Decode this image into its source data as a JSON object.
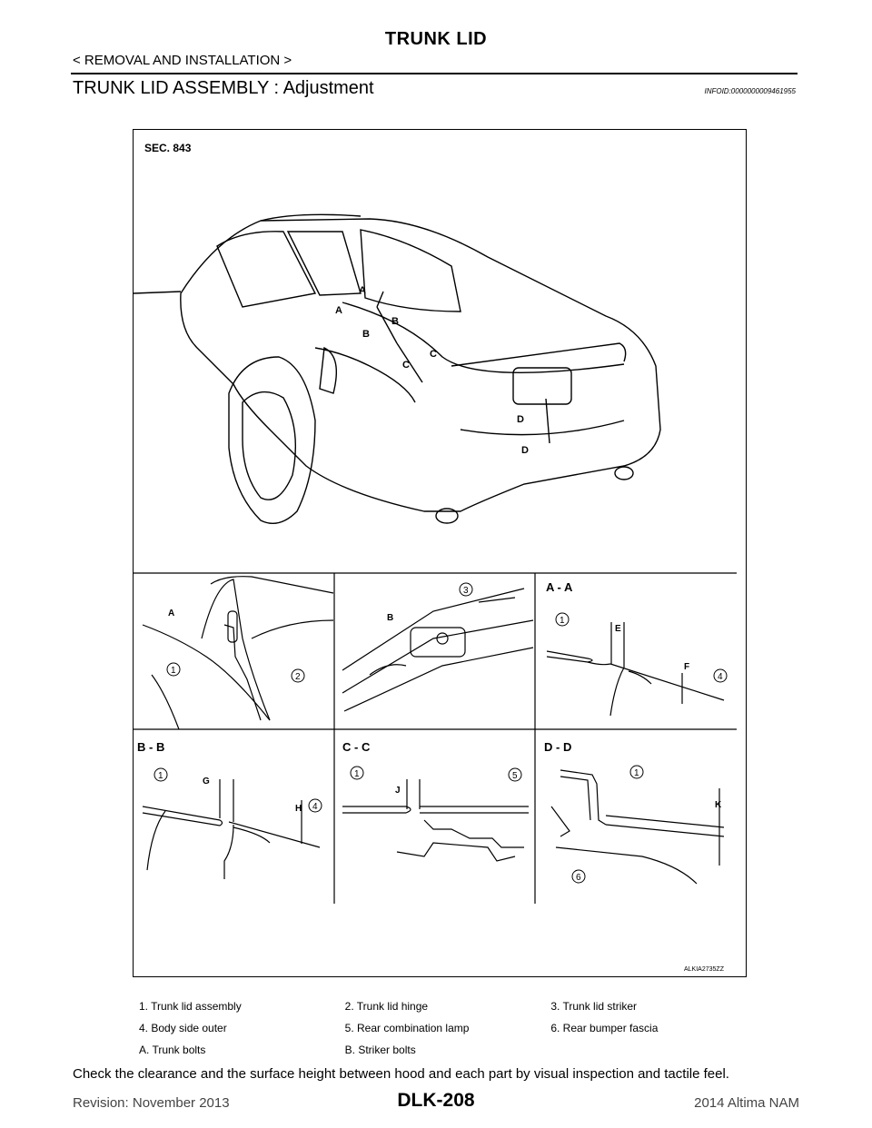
{
  "header": {
    "title": "TRUNK LID",
    "section_path": "< REMOVAL AND INSTALLATION >",
    "heading": "TRUNK LID ASSEMBLY : Adjustment",
    "info_id": "INFOID:0000000009461955"
  },
  "figure": {
    "sec_label": "SEC. 843",
    "figure_id": "ALKIA2735ZZ",
    "section_titles": {
      "aa": "A - A",
      "bb": "B - B",
      "cc": "C - C",
      "dd": "D - D"
    },
    "callouts": {
      "a": "A",
      "b": "B",
      "c": "C",
      "d": "D",
      "e": "E",
      "f": "F",
      "g": "G",
      "h": "H",
      "j": "J",
      "k": "K",
      "n1": "1",
      "n2": "2",
      "n3": "3",
      "n4": "4",
      "n5": "5",
      "n6": "6"
    }
  },
  "legend": {
    "items": [
      "1.    Trunk lid assembly",
      "2.    Trunk lid hinge",
      "3.    Trunk lid striker",
      "4.    Body side outer",
      "5.    Rear combination lamp",
      "6.    Rear bumper fascia",
      "A.    Trunk bolts",
      "B.    Striker bolts"
    ]
  },
  "instruction": "Check the clearance and the surface height between hood and each part by visual inspection and tactile feel.",
  "footer": {
    "revision": "Revision: November 2013",
    "page": "DLK-208",
    "model": "2014 Altima NAM"
  }
}
